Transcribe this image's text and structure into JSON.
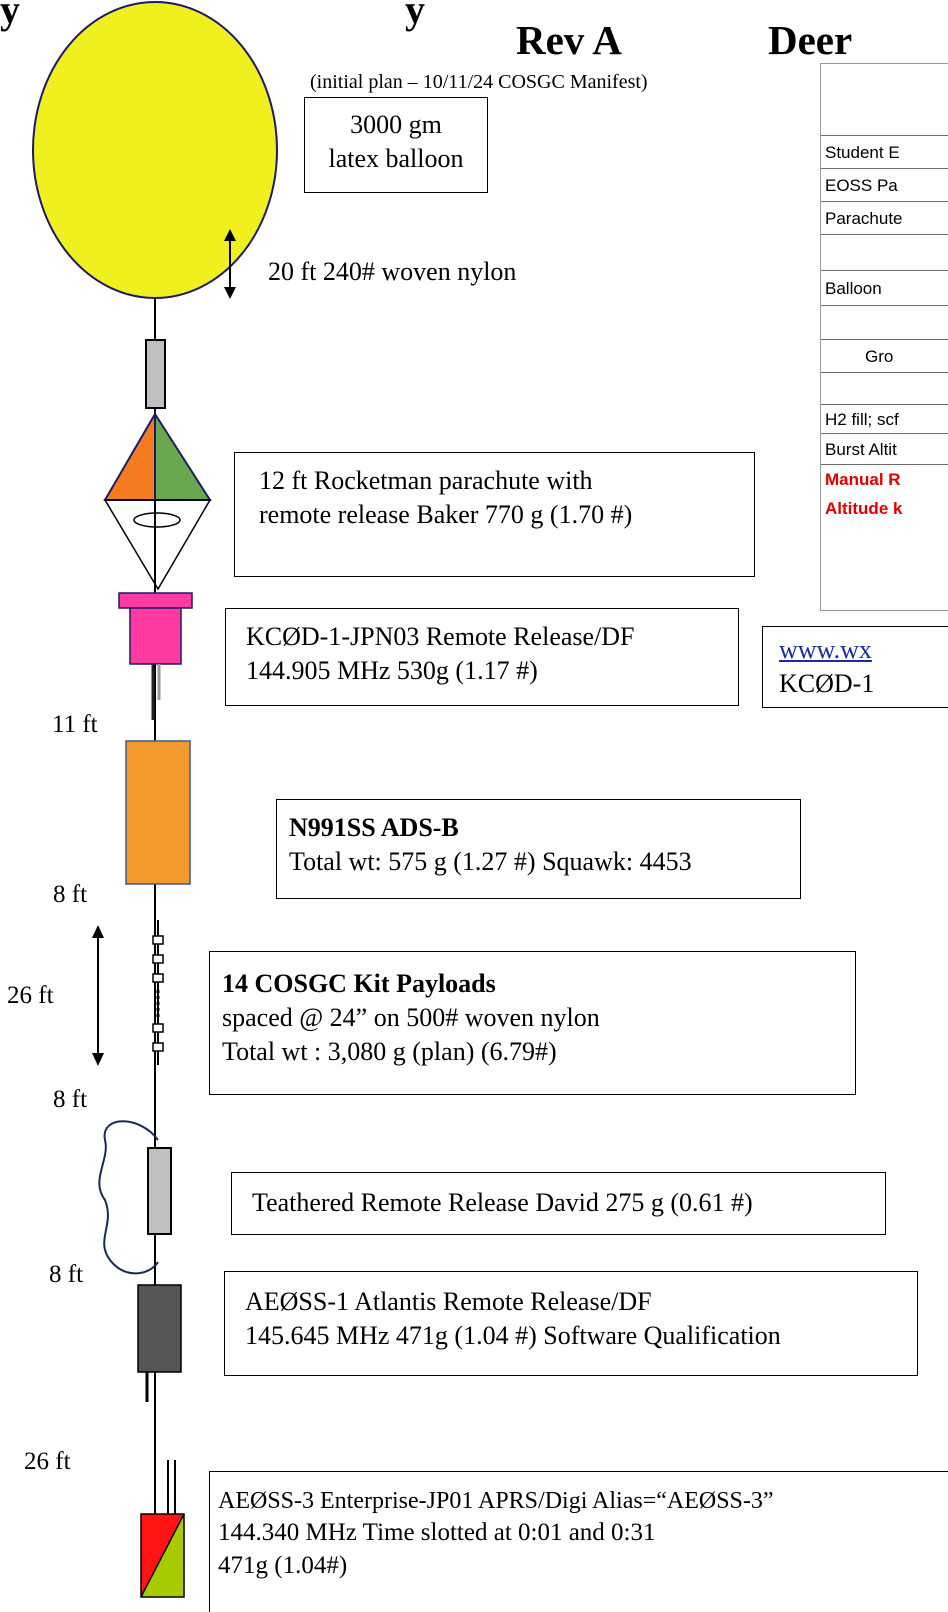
{
  "header": {
    "left_fragment": "y",
    "right_fragment": "y",
    "rev": "Rev A",
    "subtitle": "(initial plan – 10/11/24 COSGC Manifest)",
    "deer": "Deer"
  },
  "balloon_label": {
    "line1": "3000 gm",
    "line2": "latex balloon"
  },
  "tether_label": "20 ft 240# woven nylon",
  "parachute_label": {
    "line1": "12 ft Rocketman parachute with",
    "line2": "remote release Baker 770 g (1.70 #)"
  },
  "release_df_label": {
    "line1": "KCØD-1-JPN03 Remote Release/DF",
    "line2": "144.905 MHz 530g (1.17 #)"
  },
  "adsb_label": {
    "title": "N991SS ADS-B",
    "line2": "Total wt:  575 g (1.27 #) Squawk: 4453"
  },
  "kit_label": {
    "title": "14 COSGC Kit Payloads",
    "line2": "spaced @ 24” on 500# woven nylon",
    "line3": "Total wt : 3,080 g (plan)  (6.79#)"
  },
  "teathered_label": "Teathered Remote Release David 275 g (0.61 #)",
  "atlantis_label": {
    "line1": "AEØSS-1 Atlantis Remote Release/DF",
    "line2": "145.645 MHz 471g (1.04 #) Software Qualification"
  },
  "enterprise_label": {
    "line1": "AEØSS-3 Enterprise-JP01 APRS/Digi Alias=“AEØSS-3”",
    "line2": "144.340 MHz  Time slotted at 0:01 and 0:31",
    "line3": "471g (1.04#)"
  },
  "link_box": {
    "url": "www.wx",
    "callsign": "KCØD-1"
  },
  "distances": {
    "d1": "11 ft",
    "d2": "8 ft",
    "d3": "26 ft",
    "d4": "8 ft",
    "d5": "8 ft",
    "d6": "26 ft"
  },
  "table_rows": [
    {
      "text": "",
      "color": "#000000",
      "bold": false
    },
    {
      "text": "Student E",
      "color": "#000000",
      "bold": false
    },
    {
      "text": "EOSS Pa",
      "color": "#000000",
      "bold": false
    },
    {
      "text": "Parachute",
      "color": "#000000",
      "bold": false
    },
    {
      "text": "",
      "color": "#000000",
      "bold": false
    },
    {
      "text": "Balloon",
      "color": "#000000",
      "bold": false
    },
    {
      "text": "",
      "color": "#000000",
      "bold": false
    },
    {
      "text": "Gro",
      "color": "#000000",
      "bold": false
    },
    {
      "text": "",
      "color": "#000000",
      "bold": false
    },
    {
      "text": "H2 fill; scf",
      "color": "#000000",
      "bold": false
    },
    {
      "text": "Burst Altit",
      "color": "#000000",
      "bold": false
    },
    {
      "text": "Manual R",
      "color": "#e00000",
      "bold": true
    },
    {
      "text": "Altitude k",
      "color": "#e00000",
      "bold": true
    }
  ],
  "colors": {
    "balloon": "#f0f01e",
    "release_gray": "#c0c0c0",
    "parachute_orange": "#f47b20",
    "parachute_green": "#6aa84f",
    "magenta_release": "#ff3aa0",
    "adsb_orange": "#f39a2f",
    "atlantis_dark": "#555555",
    "enterprise_red": "#ff1414",
    "enterprise_green": "#a6cc00"
  }
}
